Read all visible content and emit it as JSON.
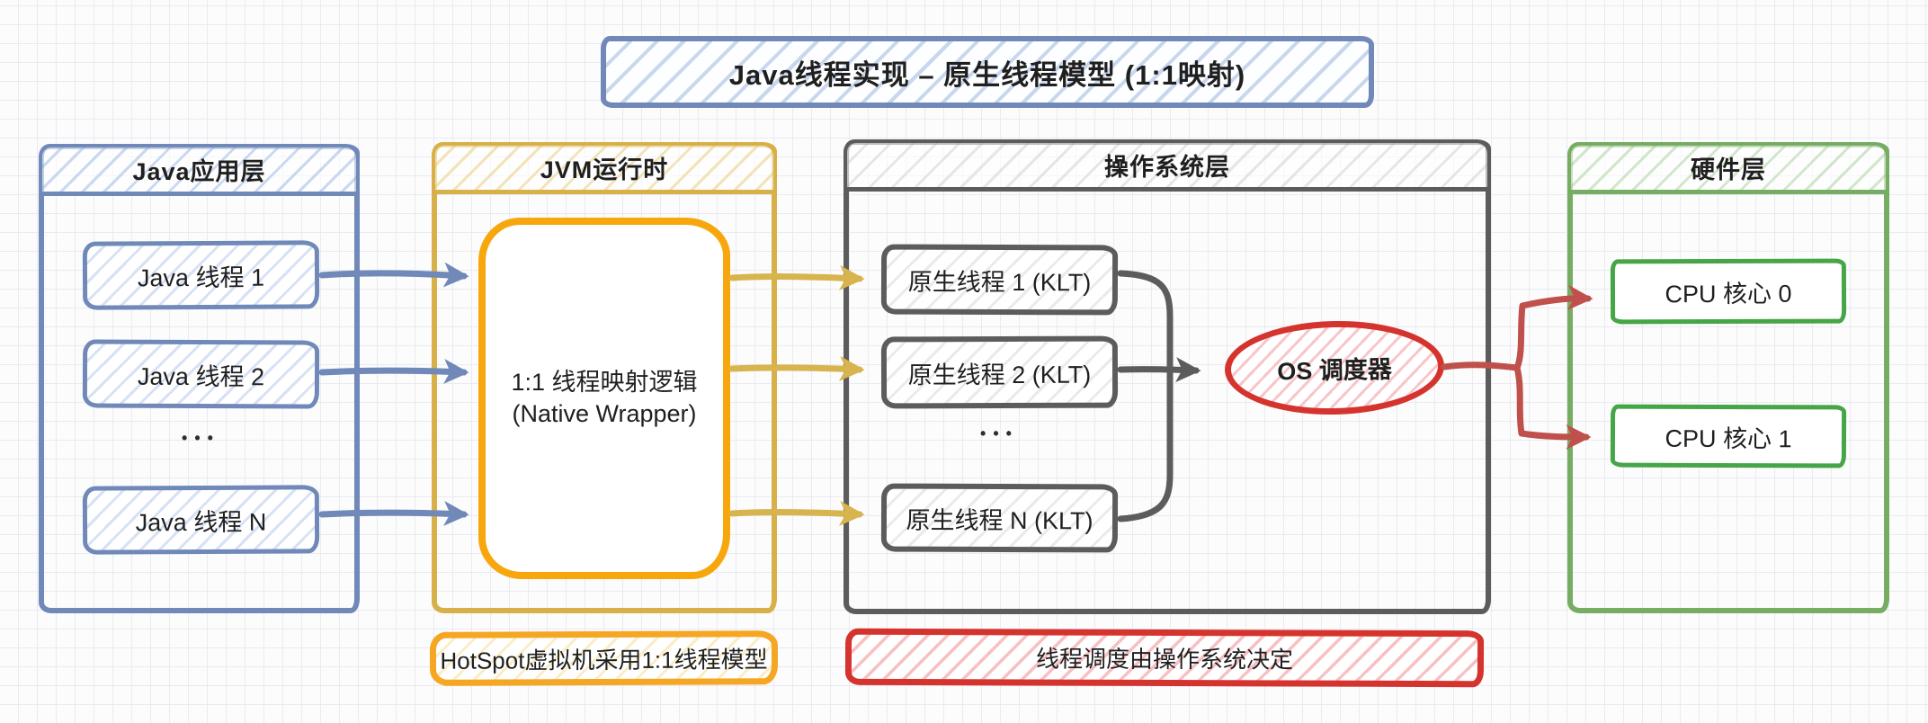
{
  "title": "Java线程实现 – 原生线程模型 (1:1映射)",
  "app_layer": {
    "header": "Java应用层",
    "thread1": "Java 线程 1",
    "thread2": "Java 线程 2",
    "ellipsis": "•••",
    "threadN": "Java 线程 N"
  },
  "jvm_layer": {
    "header": "JVM运行时",
    "mapper_line1": "1:1 线程映射逻辑",
    "mapper_line2": "(Native Wrapper)",
    "note": "HotSpot虚拟机采用1:1线程模型"
  },
  "os_layer": {
    "header": "操作系统层",
    "thread1": "原生线程 1 (KLT)",
    "thread2": "原生线程 2 (KLT)",
    "ellipsis": "•••",
    "threadN": "原生线程 N (KLT)",
    "scheduler": "OS 调度器",
    "note": "线程调度由操作系统决定"
  },
  "hardware_layer": {
    "header": "硬件层",
    "core0": "CPU 核心 0",
    "core1": "CPU 核心 1"
  },
  "colors": {
    "blue": "#7089b9",
    "mustard": "#d7b04a",
    "orange": "#f7a70c",
    "gray": "#5c5c5c",
    "red": "#d5342e",
    "red_arrow": "#c0504b",
    "green_container": "#76ad63",
    "green_box": "#46a546"
  }
}
